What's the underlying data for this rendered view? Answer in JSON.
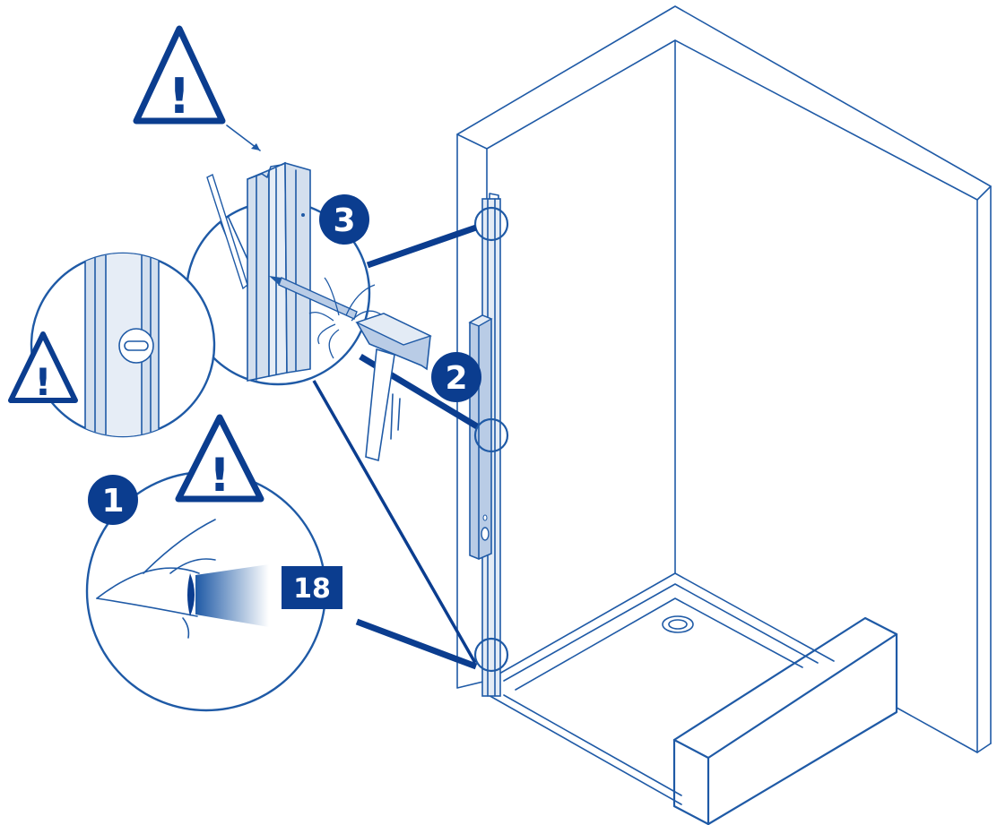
{
  "steps": [
    {
      "number": "1"
    },
    {
      "number": "2"
    },
    {
      "number": "3"
    }
  ],
  "measurement_label": "18",
  "warning_symbol": "!",
  "icons": [
    "warning-triangle-icon",
    "eye-icon",
    "hammer-icon",
    "pencil-icon",
    "spirit-level-icon",
    "wall-profile-icon",
    "shower-tray-icon"
  ],
  "colors": {
    "line": "#1f5aa6",
    "dark": "#0b3d8f",
    "tint": "#d3dfee",
    "white": "#ffffff"
  }
}
